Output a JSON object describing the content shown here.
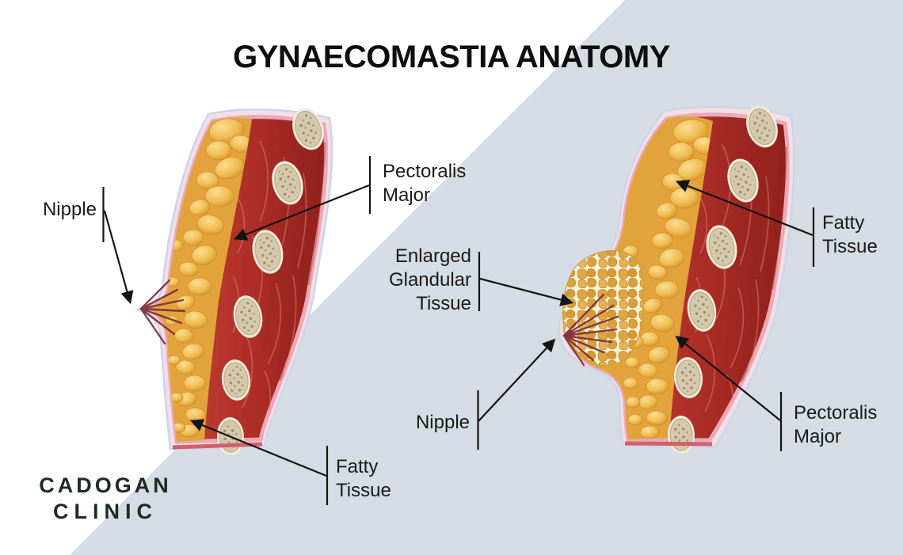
{
  "title": "GYNAECOMASTIA ANATOMY",
  "logo": {
    "line1": "CADOGAN",
    "line2": "CLINIC"
  },
  "colors": {
    "background": "#ffffff",
    "background_accent": "#d5dce3",
    "label_text": "#1a1a1a",
    "connector": "#141414",
    "logo_text": "#1e2b25",
    "muscle_red": "#b03028",
    "fat_gold": "#f0bd55",
    "skin_pink": "#f3dee3",
    "dermis_pink": "#eaa9b8",
    "rib_beige": "#d6c9ab",
    "duct_maroon": "#7b2b3e",
    "gland_cream": "#fbf2da"
  },
  "left_figure": {
    "name": "normal-chest-cross-section",
    "labels": {
      "nipple": "Nipple",
      "pectoralis": "Pectoralis\nMajor",
      "fatty": "Fatty\nTissue"
    }
  },
  "right_figure": {
    "name": "gynaecomastia-chest-cross-section",
    "labels": {
      "fatty": "Fatty\nTissue",
      "enlarged_glandular": "Enlarged\nGlandular\nTissue",
      "nipple": "Nipple",
      "pectoralis": "Pectoralis\nMajor"
    }
  }
}
